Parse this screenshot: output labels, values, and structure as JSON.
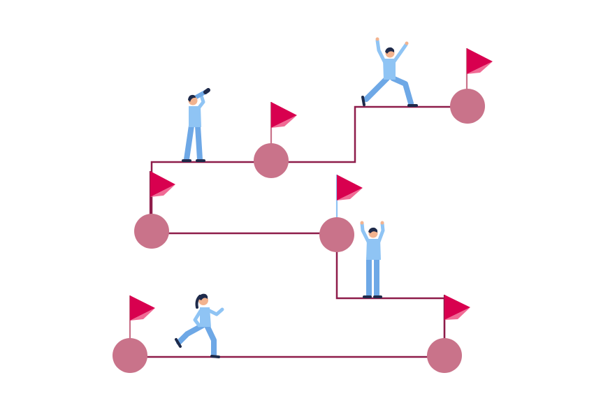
{
  "colors": {
    "background": "#ffffff",
    "path": "#8e1c4a",
    "node": "#c9738a",
    "flag": "#d8004f",
    "flag_shade": "#f06b95",
    "pole": "#c9738a",
    "figure_light": "#8fc4f4",
    "figure_mid": "#6ea8e6",
    "hair": "#1e2a4a",
    "skin": "#f2b38f",
    "shoe": "#1e2a4a"
  },
  "icons": {
    "flag": "flag-icon",
    "milestone": "circle-node",
    "person_telescope": "person-with-telescope",
    "person_cheering": "person-cheering",
    "person_running": "person-running"
  },
  "milestones": [
    {
      "id": "start",
      "has_flag": true
    },
    {
      "id": "end-bottom",
      "has_flag": true
    },
    {
      "id": "mid-left",
      "has_flag": true
    },
    {
      "id": "mid-right",
      "has_flag": true
    },
    {
      "id": "upper-middle",
      "has_flag": true
    },
    {
      "id": "top-right",
      "has_flag": true
    }
  ],
  "figures": [
    {
      "id": "runner",
      "pose": "running"
    },
    {
      "id": "cheerer-middle",
      "pose": "cheering"
    },
    {
      "id": "watcher",
      "pose": "telescope"
    },
    {
      "id": "cheerer-top",
      "pose": "victory-lunge"
    }
  ]
}
